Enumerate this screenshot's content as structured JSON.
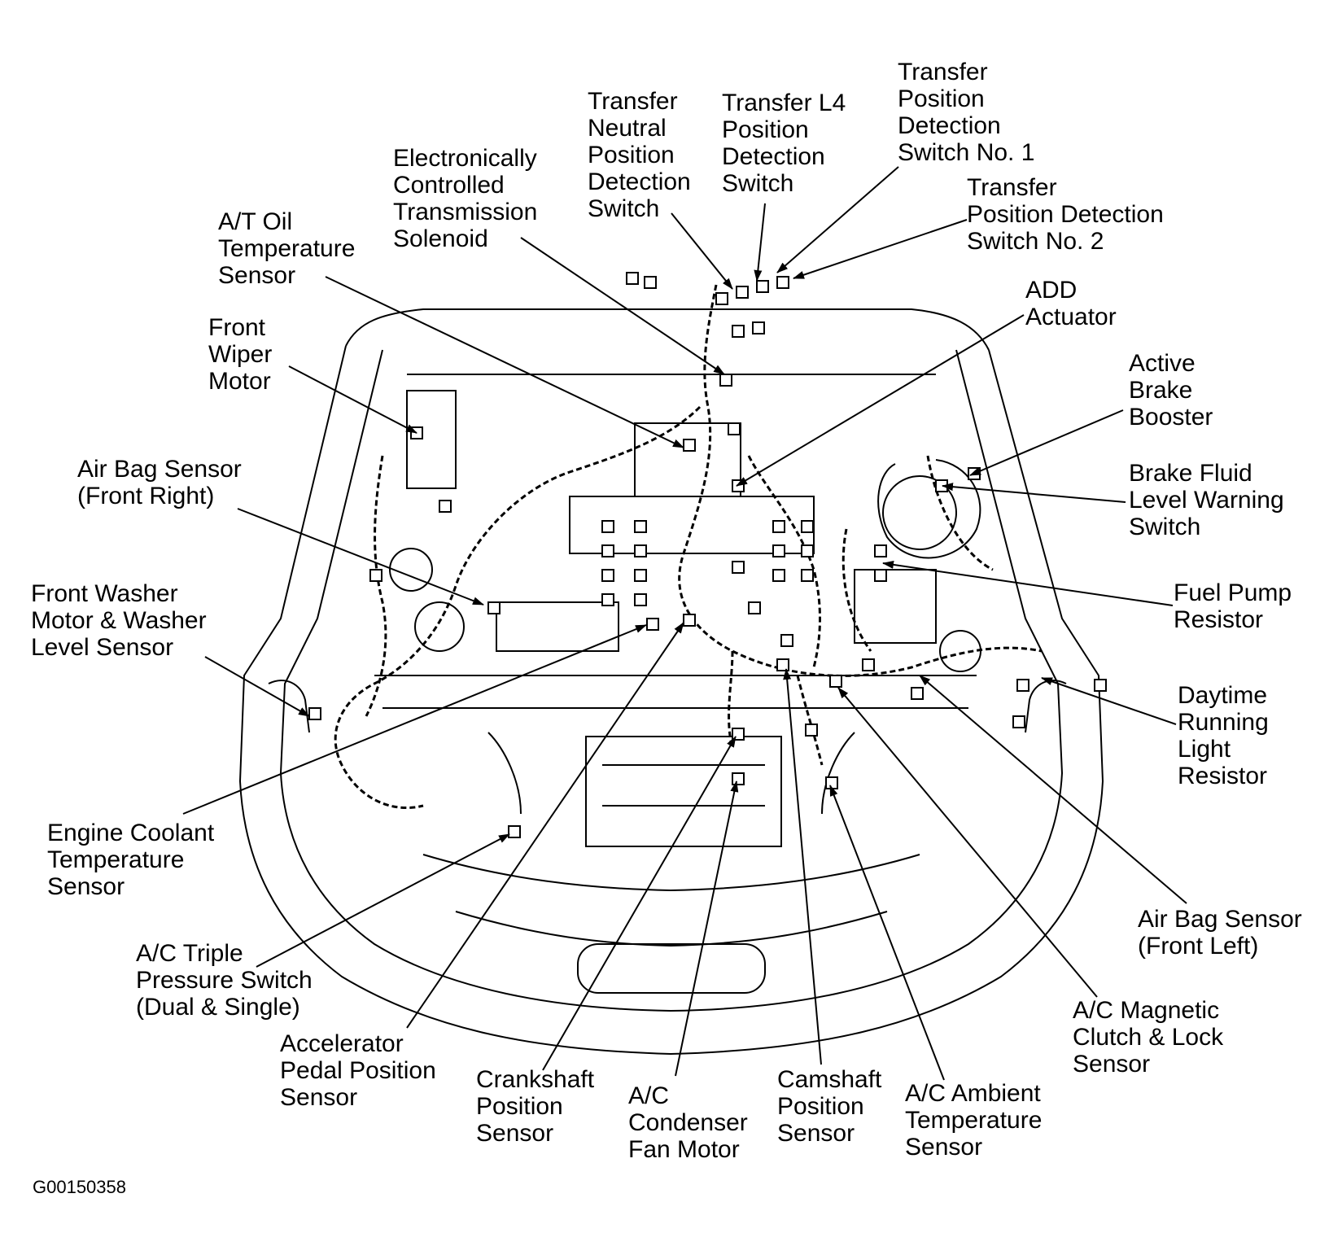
{
  "figure_id": "G00150358",
  "labels": {
    "transfer_neutral": [
      "Transfer",
      "Neutral",
      "Position",
      "Detection",
      "Switch"
    ],
    "transfer_l4": [
      "Transfer L4",
      "Position",
      "Detection",
      "Switch"
    ],
    "transfer_pos1": [
      "Transfer",
      "Position",
      "Detection",
      "Switch No. 1"
    ],
    "transfer_pos2": [
      "Transfer",
      "Position Detection",
      "Switch No. 2"
    ],
    "ect_solenoid": [
      "Electronically",
      "Controlled",
      "Transmission",
      "Solenoid"
    ],
    "at_oil_temp": [
      "A/T Oil",
      "Temperature",
      "Sensor"
    ],
    "add_actuator": [
      "ADD",
      "Actuator"
    ],
    "front_wiper": [
      "Front",
      "Wiper",
      "Motor"
    ],
    "brake_booster": [
      "Active",
      "Brake",
      "Booster"
    ],
    "airbag_right": [
      "Air Bag Sensor",
      "(Front Right)"
    ],
    "brake_fluid": [
      "Brake Fluid",
      "Level Warning",
      "Switch"
    ],
    "front_washer": [
      "Front Washer",
      "Motor & Washer",
      "Level Sensor"
    ],
    "fuel_pump": [
      "Fuel Pump",
      "Resistor"
    ],
    "drl_resistor": [
      "Daytime",
      "Running",
      "Light",
      "Resistor"
    ],
    "ect_sensor": [
      "Engine Coolant",
      "Temperature",
      "Sensor"
    ],
    "airbag_left": [
      "Air Bag Sensor",
      "(Front Left)"
    ],
    "ac_triple": [
      "A/C Triple",
      "Pressure Switch",
      "(Dual & Single)"
    ],
    "ac_clutch": [
      "A/C Magnetic",
      "Clutch & Lock",
      "Sensor"
    ],
    "accel_pedal": [
      "Accelerator",
      "Pedal Position",
      "Sensor"
    ],
    "crankshaft": [
      "Crankshaft",
      "Position",
      "Sensor"
    ],
    "ac_condenser": [
      "A/C",
      "Condenser",
      "Fan Motor"
    ],
    "camshaft": [
      "Camshaft",
      "Position",
      "Sensor"
    ],
    "ac_ambient": [
      "A/C Ambient",
      "Temperature",
      "Sensor"
    ]
  }
}
